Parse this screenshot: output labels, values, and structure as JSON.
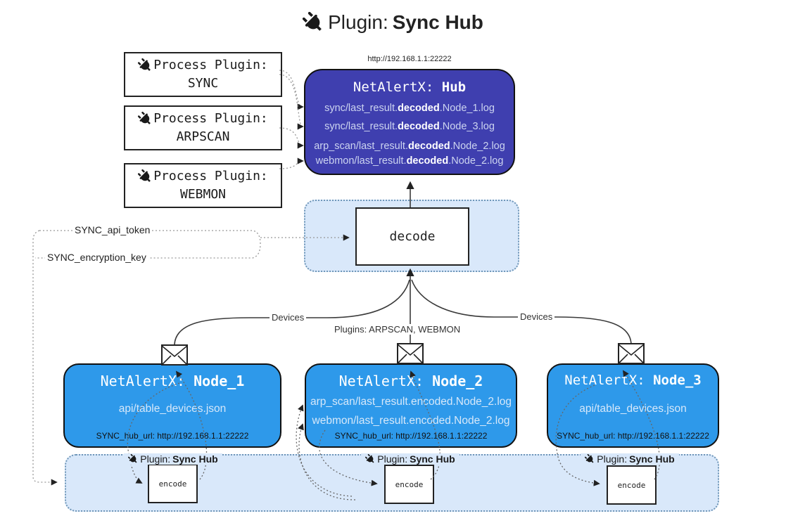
{
  "title": {
    "prefix": "Plugin:",
    "bold": "Sync Hub"
  },
  "process_plugins": [
    {
      "line1": "Process Plugin:",
      "name": "SYNC"
    },
    {
      "line1": "Process Plugin:",
      "name": "ARPSCAN"
    },
    {
      "line1": "Process Plugin:",
      "name": "WEBMON"
    }
  ],
  "hub": {
    "url": "http://192.168.1.1:22222",
    "title_prefix": "NetAlertX: ",
    "title_name": "Hub",
    "logs": [
      {
        "pre": "sync/last_result.",
        "bold": "decoded",
        "post": ".Node_1.log"
      },
      {
        "pre": "sync/last_result.",
        "bold": "decoded",
        "post": ".Node_3.log"
      },
      {
        "pre": "arp_scan/last_result.",
        "bold": "decoded",
        "post": ".Node_2.log"
      },
      {
        "pre": "webmon/last_result.",
        "bold": "decoded",
        "post": ".Node_2.log"
      }
    ]
  },
  "decode": {
    "label": "decode"
  },
  "secrets": {
    "api_token": "SYNC_api_token",
    "encryption_key": "SYNC_encryption_key"
  },
  "edges": {
    "devices_left": "Devices",
    "devices_right": "Devices",
    "plugins_mid": "Plugins: ARPSCAN, WEBMON"
  },
  "nodes": [
    {
      "title_prefix": "NetAlertX: ",
      "name": "Node_1",
      "line1": "api/table_devices.json",
      "line2": "",
      "hub_url": "SYNC_hub_url: http://192.168.1.1:22222"
    },
    {
      "title_prefix": "NetAlertX: ",
      "name": "Node_2",
      "line1": "arp_scan/last_result.encoded.Node_2.log",
      "line2": "webmon/last_result.encoded.Node_2.log",
      "hub_url": "SYNC_hub_url: http://192.168.1.1:22222"
    },
    {
      "title_prefix": "NetAlertX: ",
      "name": "Node_3",
      "line1": "api/table_devices.json",
      "line2": "",
      "hub_url": "SYNC_hub_url: http://192.168.1.1:22222"
    }
  ],
  "encoders": [
    {
      "label_prefix": "Plugin:",
      "label_bold": "Sync Hub",
      "box": "encode"
    },
    {
      "label_prefix": "Plugin:",
      "label_bold": "Sync Hub",
      "box": "encode"
    },
    {
      "label_prefix": "Plugin:",
      "label_bold": "Sync Hub",
      "box": "encode"
    }
  ],
  "icons": {
    "plug": "plug-icon",
    "envelope": "envelope-icon"
  },
  "colors": {
    "hub_fill": "#3f3faf",
    "node_fill": "#2e99ea",
    "container_fill": "#d9e8fa",
    "container_border": "#6f96b8",
    "hub_log_text": "#ccd4f0",
    "node_line_text": "#d6e8fa",
    "line_dark": "#3a3a3a"
  }
}
